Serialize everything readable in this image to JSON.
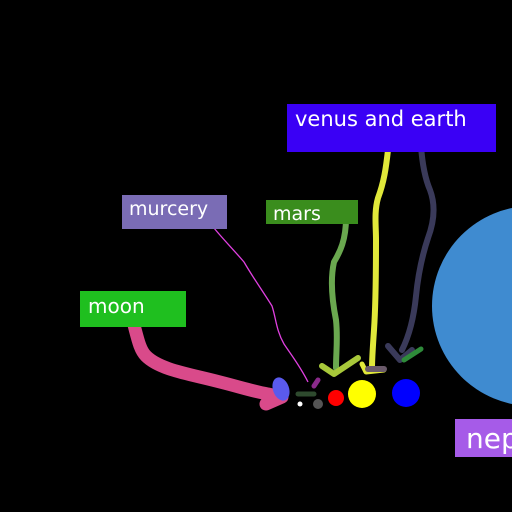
{
  "labels": {
    "venus_earth": "venus and earth",
    "mercury": "murcery",
    "mars": "mars",
    "moon": "moon",
    "neptune": "nep"
  },
  "colors": {
    "background": "#000000",
    "venus_earth_box": "#3a00f5",
    "mercury_box": "#7a6cb5",
    "mars_box": "#3a8d1d",
    "moon_box": "#1fbf1f",
    "neptune_box": "#a65be8",
    "big_planet": "#3f8bd0",
    "moon_arrow": "#d94a8a",
    "mercury_line": "#e040e0",
    "mars_arrow": "#6aa84f",
    "venus_arrow": "#e0e83a",
    "earth_arrow": "#3a3a5a",
    "venus": "#ffff00",
    "earth": "#0000ff",
    "mars": "#ff0000",
    "moon": "#5a5aee"
  }
}
